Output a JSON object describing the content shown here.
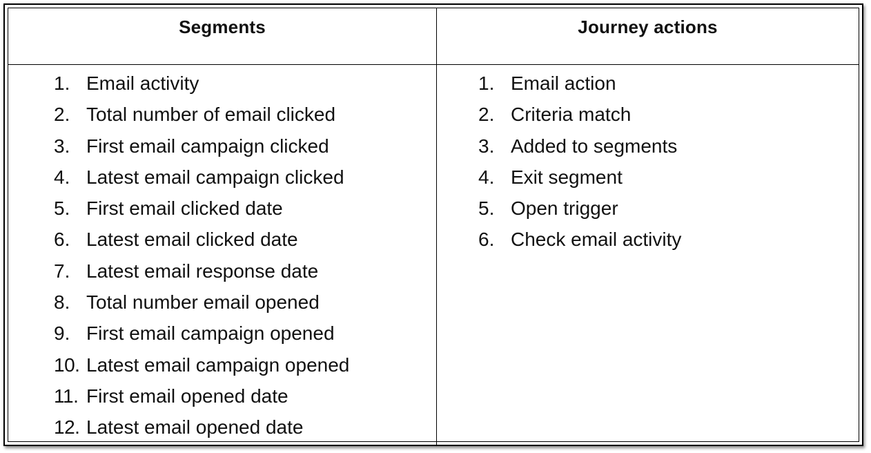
{
  "table": {
    "segments_header": "Segments",
    "journey_header": "Journey actions",
    "segments": [
      {
        "num": "1.",
        "text": "Email activity"
      },
      {
        "num": "2.",
        "text": "Total number of email clicked"
      },
      {
        "num": "3.",
        "text": "First email campaign clicked"
      },
      {
        "num": "4.",
        "text": "Latest email campaign clicked"
      },
      {
        "num": "5.",
        "text": "First email clicked date"
      },
      {
        "num": "6.",
        "text": "Latest email clicked date"
      },
      {
        "num": "7.",
        "text": "Latest email response date"
      },
      {
        "num": "8.",
        "text": "Total number email opened"
      },
      {
        "num": "9.",
        "text": "First email campaign opened"
      },
      {
        "num": "10.",
        "text": "Latest email campaign opened"
      },
      {
        "num": "11.",
        "text": "First email opened date"
      },
      {
        "num": "12.",
        "text": "Latest email opened date"
      }
    ],
    "journey_actions": [
      {
        "num": "1.",
        "text": "Email action"
      },
      {
        "num": "2.",
        "text": "Criteria match"
      },
      {
        "num": "3.",
        "text": "Added to segments"
      },
      {
        "num": "4.",
        "text": "Exit segment"
      },
      {
        "num": "5.",
        "text": "Open trigger"
      },
      {
        "num": "6.",
        "text": "Check email activity"
      }
    ]
  }
}
